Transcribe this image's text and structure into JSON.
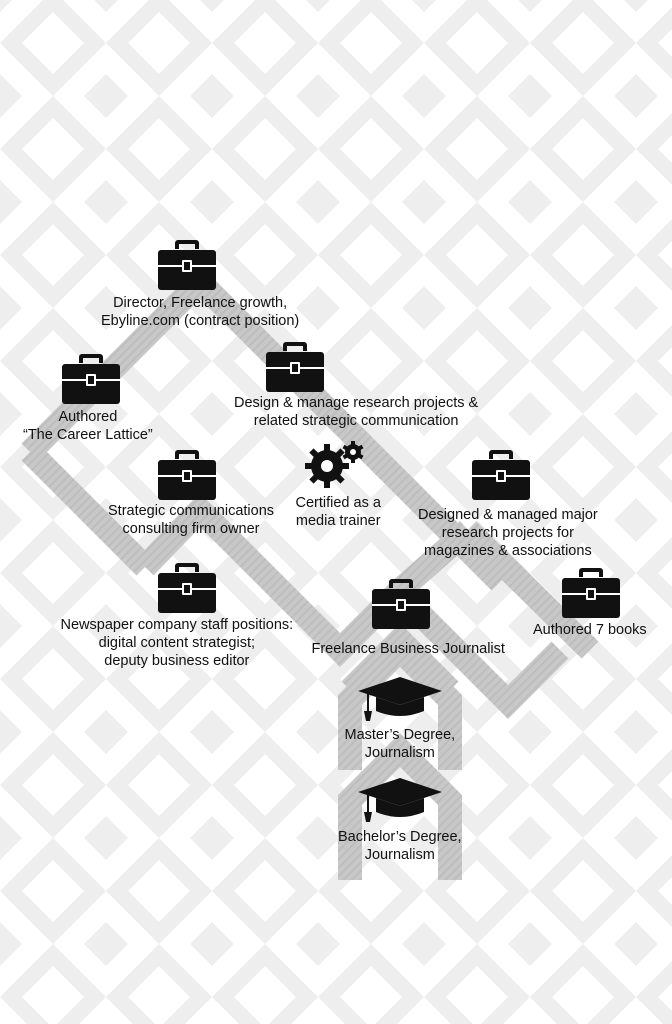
{
  "colors": {
    "background": "#ffffff",
    "pattern": "#eeeeee",
    "path": "#c8c8c8",
    "path_hatch": "#b9b9b9",
    "icon": "#111111",
    "text": "#111111"
  },
  "nodes": [
    {
      "id": "director",
      "icon": "briefcase-icon",
      "lines": [
        "Director, Freelance growth,",
        "Ebyline.com (contract position)"
      ]
    },
    {
      "id": "career-lattice",
      "icon": "briefcase-icon",
      "lines": [
        "Authored",
        "“The Career Lattice”"
      ]
    },
    {
      "id": "research-projects",
      "icon": "briefcase-icon",
      "lines": [
        "Design & manage research projects &",
        "related strategic communication"
      ]
    },
    {
      "id": "consulting",
      "icon": "briefcase-icon",
      "lines": [
        "Strategic communications",
        "consulting firm owner"
      ]
    },
    {
      "id": "media-trainer",
      "icon": "gears-icon",
      "lines": [
        "Certified as a",
        "media trainer"
      ]
    },
    {
      "id": "major-research",
      "icon": "briefcase-icon",
      "lines": [
        "Designed & managed major",
        "research projects for",
        "magazines & associations"
      ]
    },
    {
      "id": "newspaper",
      "icon": "briefcase-icon",
      "lines": [
        "Newspaper company staff positions:",
        "digital content strategist;",
        "deputy business editor"
      ]
    },
    {
      "id": "freelance-journalist",
      "icon": "briefcase-icon",
      "lines": [
        "Freelance Business Journalist"
      ]
    },
    {
      "id": "books",
      "icon": "briefcase-icon",
      "lines": [
        "Authored 7 books"
      ]
    },
    {
      "id": "masters",
      "icon": "graduation-cap-icon",
      "lines": [
        "Master’s Degree,",
        "Journalism"
      ]
    },
    {
      "id": "bachelors",
      "icon": "graduation-cap-icon",
      "lines": [
        "Bachelor’s Degree,",
        "Journalism"
      ]
    }
  ]
}
